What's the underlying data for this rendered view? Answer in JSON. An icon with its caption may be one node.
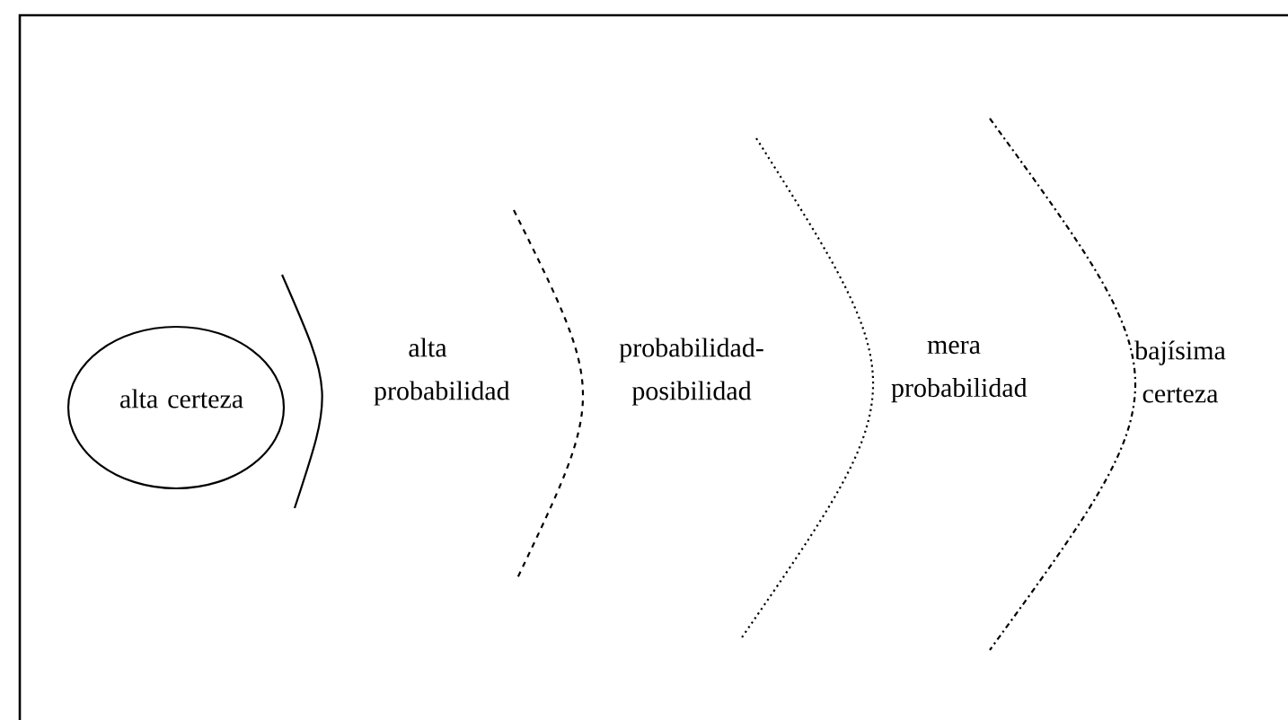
{
  "diagram": {
    "nodes": [
      {
        "text": [
          "alta certeza"
        ]
      }
    ],
    "labels": [
      "alta probabilidad",
      "probabilidad- posibilidad",
      "mera probabilidad",
      "bajísima certeza"
    ]
  }
}
